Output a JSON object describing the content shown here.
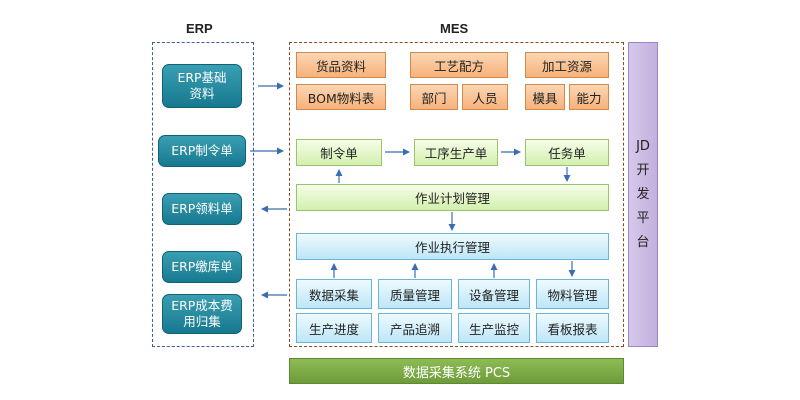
{
  "titles": {
    "erp": "ERP",
    "mes": "MES"
  },
  "erp_items": [
    {
      "label": "ERP基础\n资料"
    },
    {
      "label": "ERP制令单"
    },
    {
      "label": "ERP领料单"
    },
    {
      "label": "ERP缴库单"
    },
    {
      "label": "ERP成本费\n用归集"
    }
  ],
  "mes_resources": {
    "goods_info": "货品资料",
    "process_recipe": "工艺配方",
    "processing_resources": "加工资源",
    "bom": "BOM物料表",
    "department": "部门",
    "personnel": "人员",
    "mold": "模具",
    "capacity": "能力"
  },
  "flow": {
    "order": "制令单",
    "process_order": "工序生产单",
    "task_order": "任务单",
    "planning": "作业计划管理",
    "execution": "作业执行管理"
  },
  "modules": {
    "data_collection": "数据采集",
    "quality_mgmt": "质量管理",
    "equipment_mgmt": "设备管理",
    "material_mgmt": "物料管理",
    "progress": "生产进度",
    "traceability": "产品追溯",
    "monitoring": "生产监控",
    "kanban": "看板报表"
  },
  "jd_platform": [
    "JD",
    "开",
    "发",
    "平",
    "台"
  ],
  "pcs": "数据采集系统 PCS",
  "colors": {
    "erp_button": "#17798f",
    "orange": "#f7b27a",
    "green": "#d2efae",
    "blue": "#bde6f6",
    "purple": "#c2b0de",
    "pcs": "#6e9c3a",
    "arrow": "#3b6db3"
  }
}
